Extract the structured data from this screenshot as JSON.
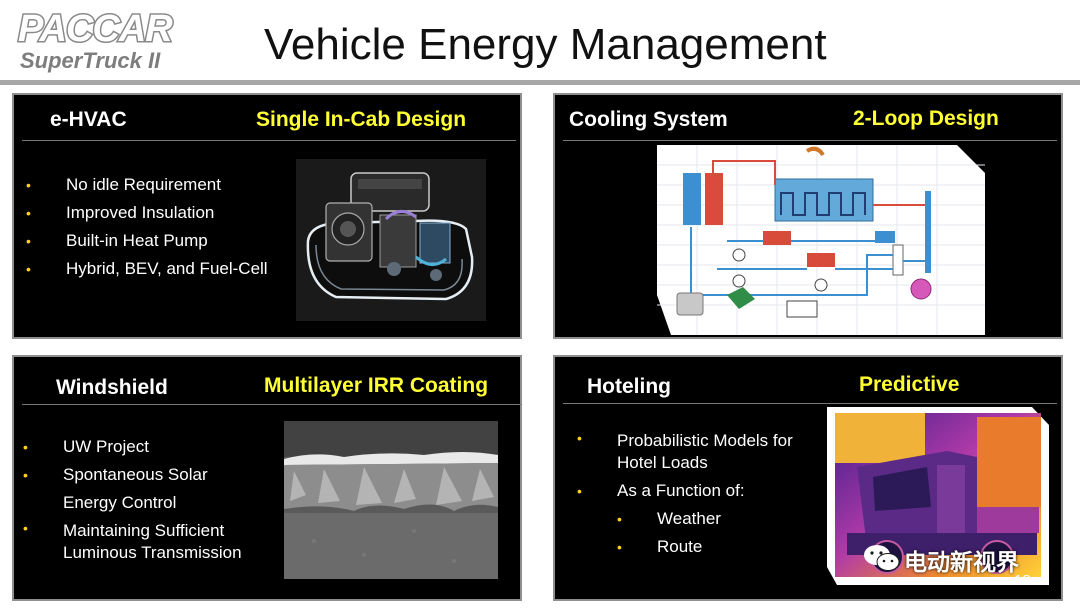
{
  "logo": {
    "brand": "PACCAR",
    "sub": "SuperTruck II"
  },
  "title": "Vehicle Energy Management",
  "panels": {
    "ehvac": {
      "label": "e-HVAC",
      "tag": "Single In-Cab Design",
      "bullets": [
        "No idle Requirement",
        "Improved Insulation",
        "Built-in Heat Pump",
        "Hybrid, BEV, and Fuel-Cell"
      ]
    },
    "cooling": {
      "label": "Cooling System",
      "tag": "2-Loop Design"
    },
    "windshield": {
      "label": "Windshield",
      "tag": "Multilayer IRR Coating",
      "bullets": [
        "UW Project",
        "Spontaneous Solar",
        "Energy Control",
        "Maintaining Sufficient",
        "Luminous Transmission"
      ]
    },
    "hoteling": {
      "label": "Hoteling",
      "tag": "Predictive",
      "bullets": [
        "Probabilistic Models for",
        "Hotel Loads",
        "As a Function of:",
        "Weather",
        "Route"
      ]
    }
  },
  "bullet_glyph": "•",
  "page_number": "18",
  "watermark": "电动新视界",
  "colors": {
    "accent_yellow": "#ffff33",
    "bullet_yellow": "#ffd21a",
    "panel_bg": "#000000",
    "rule_gray": "#a7a7a7"
  }
}
